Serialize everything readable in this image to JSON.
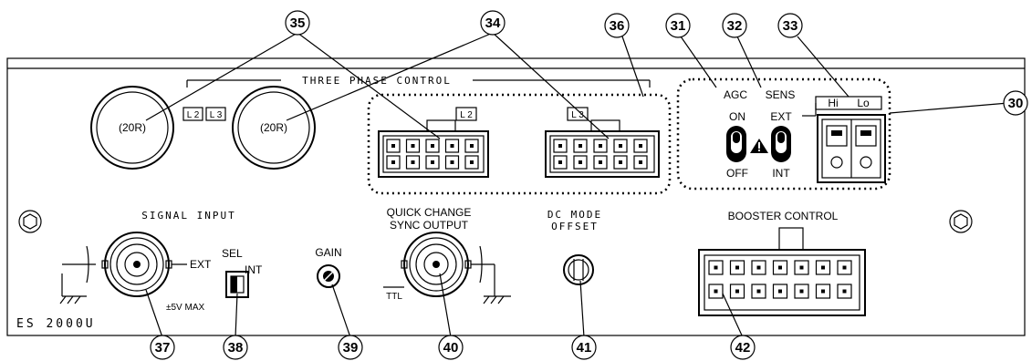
{
  "panel": {
    "model": "ES 2000U",
    "three_phase_control": "THREE PHASE CONTROL",
    "signal_input": "SIGNAL INPUT",
    "quick_change_line1": "QUICK CHANGE",
    "quick_change_line2": "SYNC OUTPUT",
    "dc_mode_line1": "DC MODE",
    "dc_mode_line2": "OFFSET",
    "booster_control": "BOOSTER CONTROL",
    "gain": "GAIN",
    "sel": "SEL",
    "ext": "EXT",
    "int": "INT",
    "max": "±5V MAX",
    "ttl": "TTL",
    "agc": "AGC",
    "sens": "SENS",
    "on": "ON",
    "off": "OFF",
    "sens_ext": "EXT",
    "sens_int": "INT",
    "hi": "Hi",
    "lo": "Lo",
    "l2": "L 2",
    "l3": "L 3",
    "knob_left": "(20R)",
    "knob_right": "(20R)"
  },
  "callouts": {
    "c30": "30",
    "c31": "31",
    "c32": "32",
    "c33": "33",
    "c34": "34",
    "c35": "35",
    "c36": "36",
    "c37": "37",
    "c38": "38",
    "c39": "39",
    "c40": "40",
    "c41": "41",
    "c42": "42"
  }
}
